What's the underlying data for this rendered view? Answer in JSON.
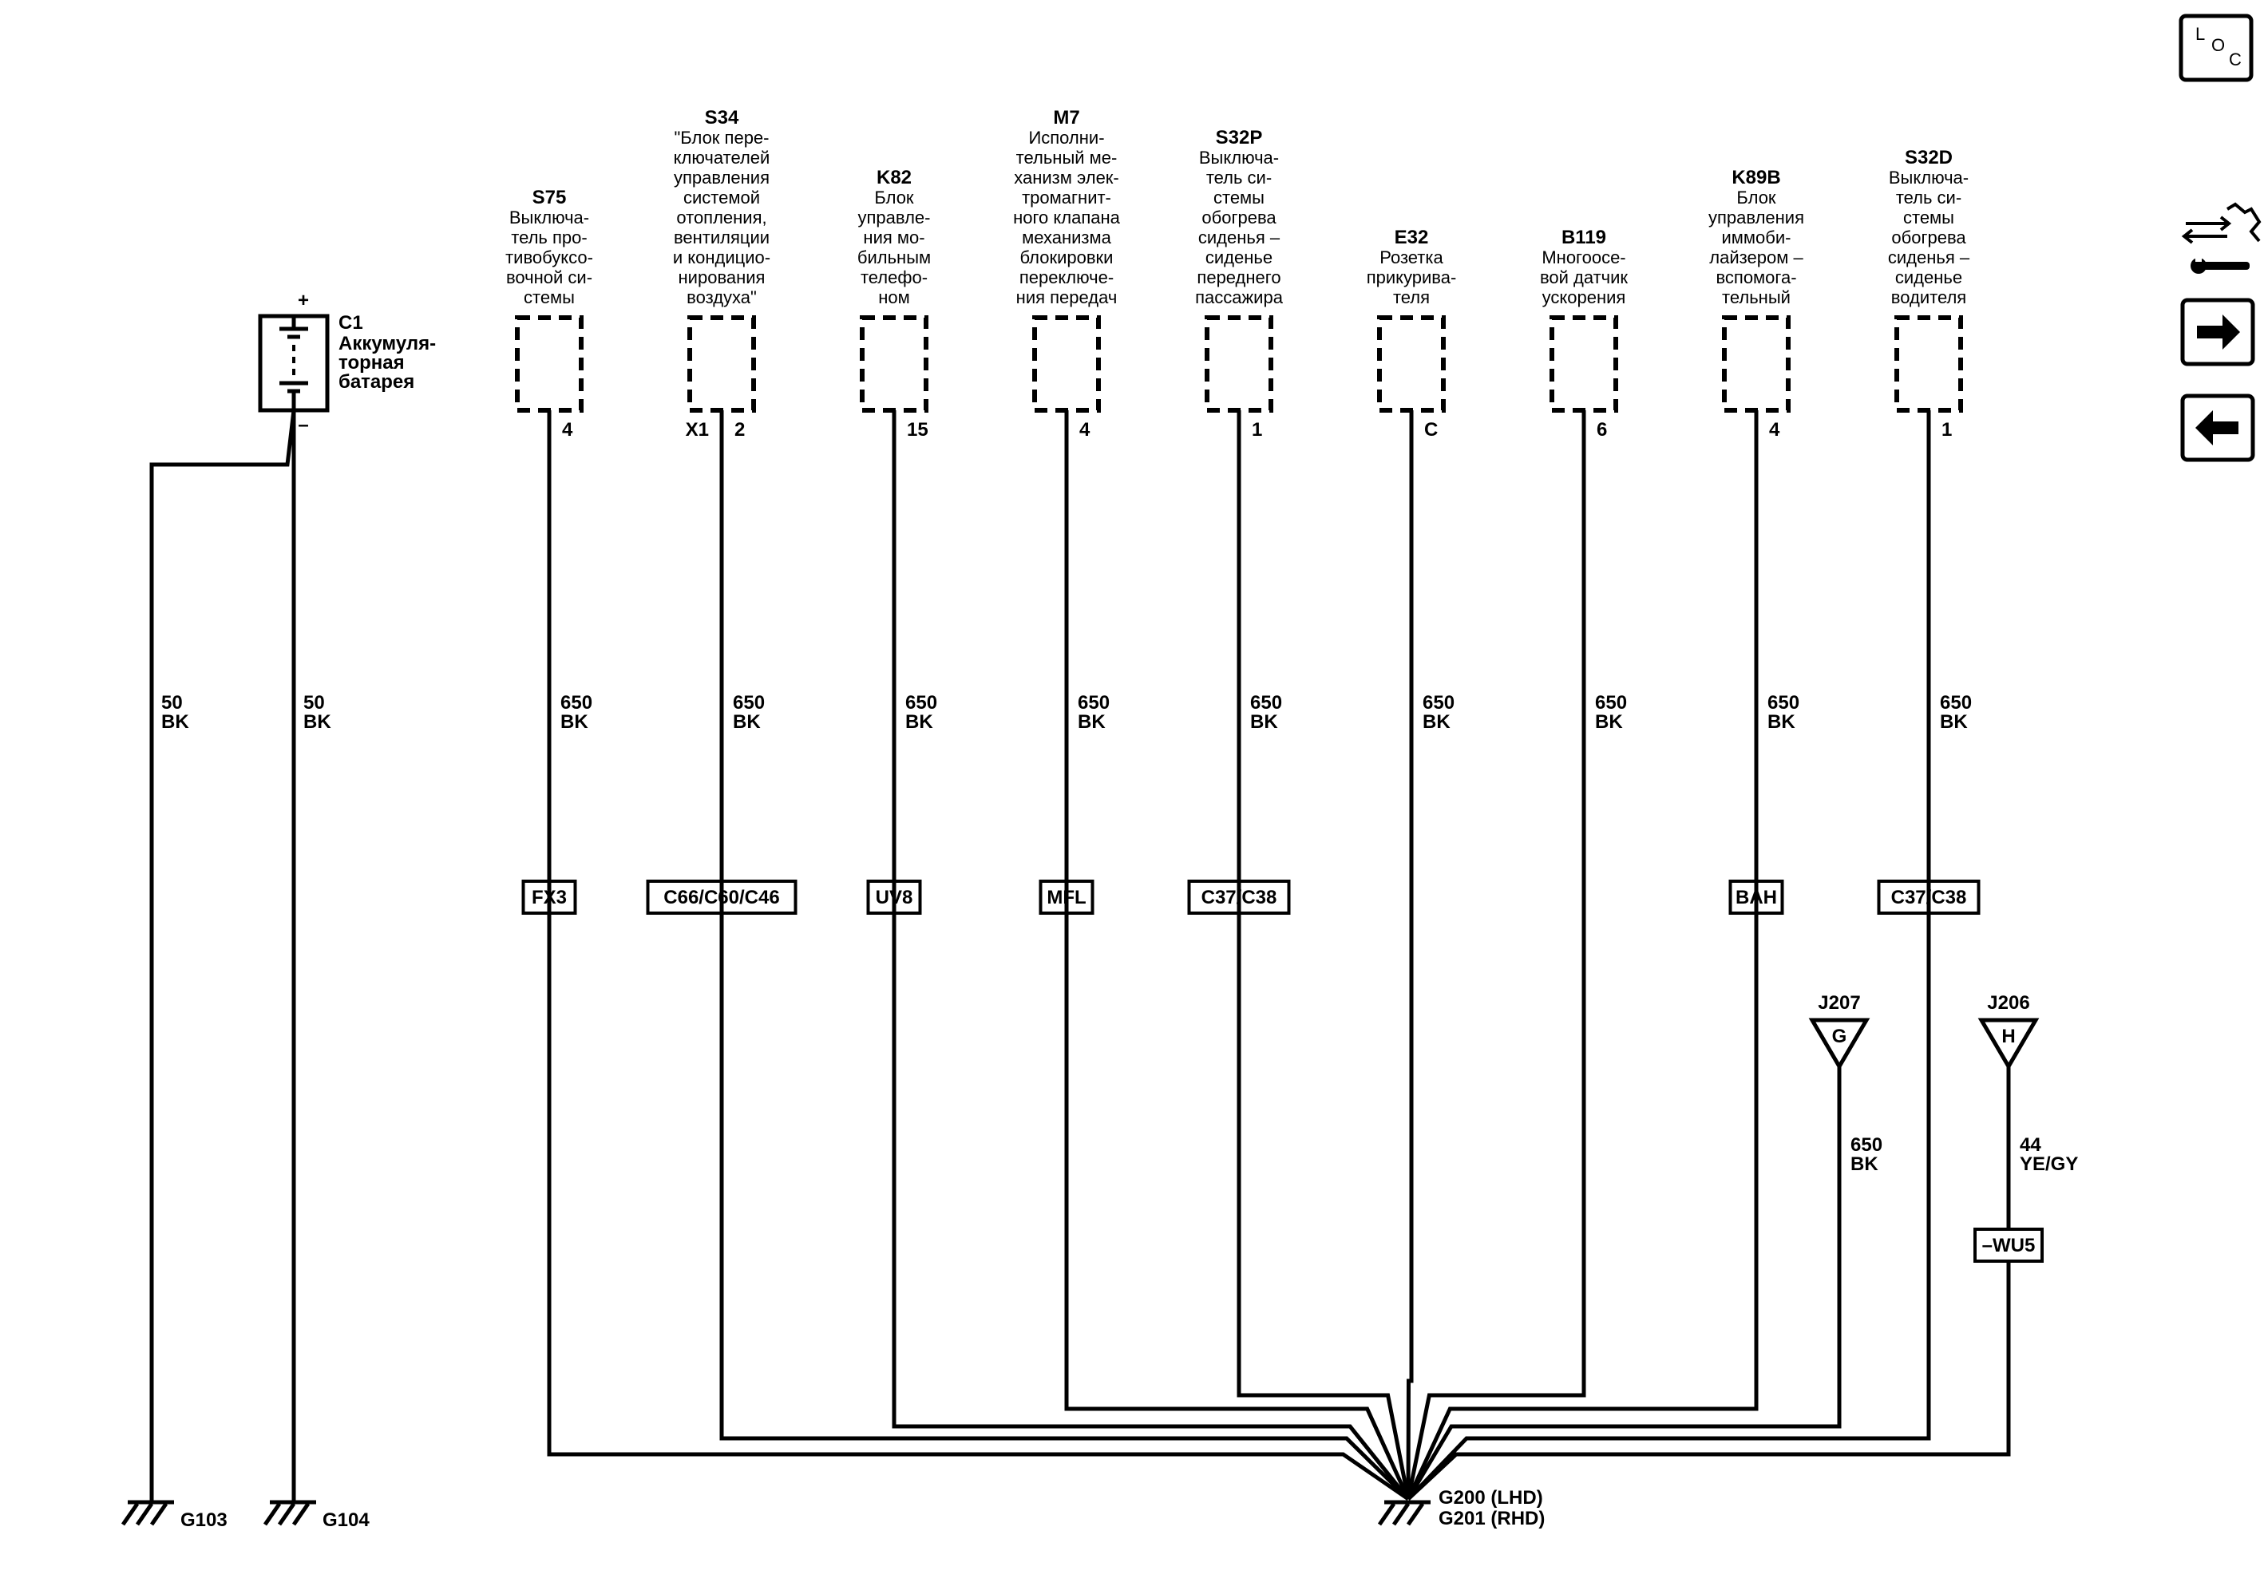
{
  "battery": {
    "id": "C1",
    "name_lines": [
      "Аккумуля-",
      "торная",
      "батарея"
    ],
    "plus": "+",
    "minus": "–"
  },
  "ground_wires": [
    {
      "gauge": "50",
      "color": "BK",
      "ground": "G103"
    },
    {
      "gauge": "50",
      "color": "BK",
      "ground": "G104"
    }
  ],
  "components": [
    {
      "id": "S75",
      "name_lines": [
        "Выключа-",
        "тель про-",
        "тивобуксо-",
        "вочной си-",
        "стемы"
      ],
      "pin": "4",
      "pin_prefix": "",
      "gauge": "650",
      "color": "BK",
      "connector": "FX3"
    },
    {
      "id": "S34",
      "name_lines": [
        "\"Блок пере-",
        "ключателей",
        "управления",
        "системой",
        "отопления,",
        "вентиляции",
        "и кондицио-",
        "нирования",
        "воздуха\""
      ],
      "pin": "2",
      "pin_prefix": "X1",
      "gauge": "650",
      "color": "BK",
      "connector": "C66/C60/C46"
    },
    {
      "id": "K82",
      "name_lines": [
        "Блок",
        "управле-",
        "ния мо-",
        "бильным",
        "телефо-",
        "ном"
      ],
      "pin": "15",
      "pin_prefix": "",
      "gauge": "650",
      "color": "BK",
      "connector": "UV8"
    },
    {
      "id": "M7",
      "name_lines": [
        "Исполни-",
        "тельный ме-",
        "ханизм элек-",
        "тромагнит-",
        "ного клапана",
        "механизма",
        "блокировки",
        "переключе-",
        "ния передач"
      ],
      "pin": "4",
      "pin_prefix": "",
      "gauge": "650",
      "color": "BK",
      "connector": "MFL"
    },
    {
      "id": "S32P",
      "name_lines": [
        "Выключа-",
        "тель си-",
        "стемы",
        "обогрева",
        "сиденья –",
        "сиденье",
        "переднего",
        "пассажира"
      ],
      "pin": "1",
      "pin_prefix": "",
      "gauge": "650",
      "color": "BK",
      "connector": "C37/C38"
    },
    {
      "id": "E32",
      "name_lines": [
        "Розетка",
        "прикурива-",
        "теля"
      ],
      "pin": "C",
      "pin_prefix": "",
      "gauge": "650",
      "color": "BK",
      "connector": ""
    },
    {
      "id": "B119",
      "name_lines": [
        "Многоосе-",
        "вой датчик",
        "ускорения"
      ],
      "pin": "6",
      "pin_prefix": "",
      "gauge": "650",
      "color": "BK",
      "connector": ""
    },
    {
      "id": "K89B",
      "name_lines": [
        "Блок",
        "управления",
        "иммоби-",
        "лайзером –",
        "вспомога-",
        "тельный"
      ],
      "pin": "4",
      "pin_prefix": "",
      "gauge": "650",
      "color": "BK",
      "connector": "BAH"
    },
    {
      "id": "S32D",
      "name_lines": [
        "Выключа-",
        "тель си-",
        "стемы",
        "обогрева",
        "сиденья –",
        "сиденье",
        "водителя"
      ],
      "pin": "1",
      "pin_prefix": "",
      "gauge": "650",
      "color": "BK",
      "connector": "C37/C38"
    }
  ],
  "junctions": [
    {
      "id": "J207",
      "letter": "G",
      "gauge": "650",
      "color": "BK",
      "connector": ""
    },
    {
      "id": "J206",
      "letter": "H",
      "gauge": "44",
      "color": "YE/GY",
      "connector": "–WU5"
    }
  ],
  "main_ground": {
    "line1": "G200 (LHD)",
    "line2": "G201 (RHD)"
  },
  "nav": {
    "loc_l": "L",
    "loc_o": "O",
    "loc_c": "C",
    "icons": [
      "loc-icon",
      "wiring-info-icon",
      "arrow-right-icon",
      "arrow-left-icon"
    ]
  }
}
